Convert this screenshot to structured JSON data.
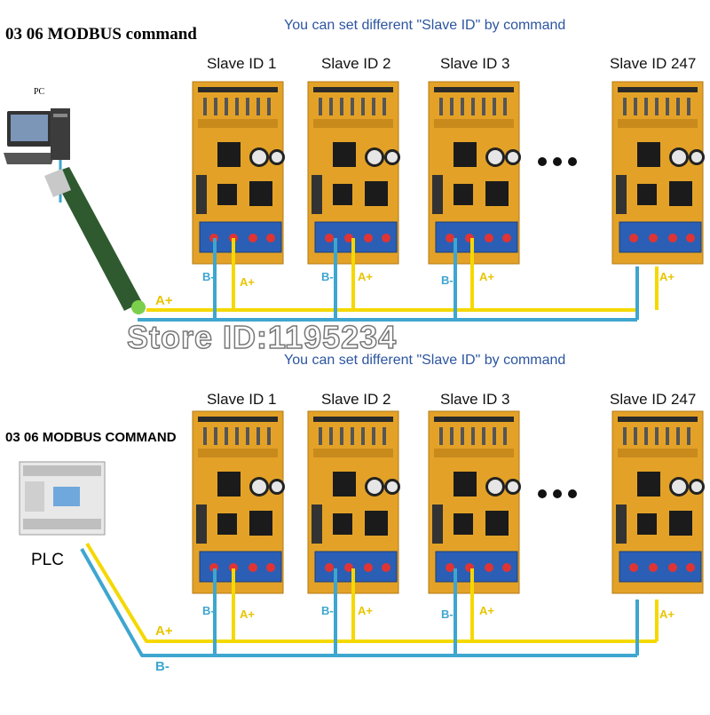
{
  "top": {
    "command_label": "03 06 MODBUS command",
    "note": "You can set different \"Slave ID\" by command",
    "host_label": "PC",
    "slave_ids": [
      "Slave ID 1",
      "Slave ID 2",
      "Slave ID 3",
      "Slave ID 247"
    ],
    "wire_a": "A+",
    "wire_b": "B-"
  },
  "watermark": "Store ID:1195234",
  "bottom": {
    "command_label": "03 06 MODBUS COMMAND",
    "note": "You can set different \"Slave ID\" by command",
    "host_label": "PLC",
    "slave_ids": [
      "Slave ID 1",
      "Slave ID 2",
      "Slave ID 3",
      "Slave ID 247"
    ],
    "wire_a": "A+",
    "wire_b": "B-"
  },
  "colors": {
    "wire_a": "#f5d800",
    "wire_b": "#3ea6cf",
    "board": "#e3a227",
    "terminal": "#2a5fb5",
    "note_text": "#2c55a0"
  }
}
